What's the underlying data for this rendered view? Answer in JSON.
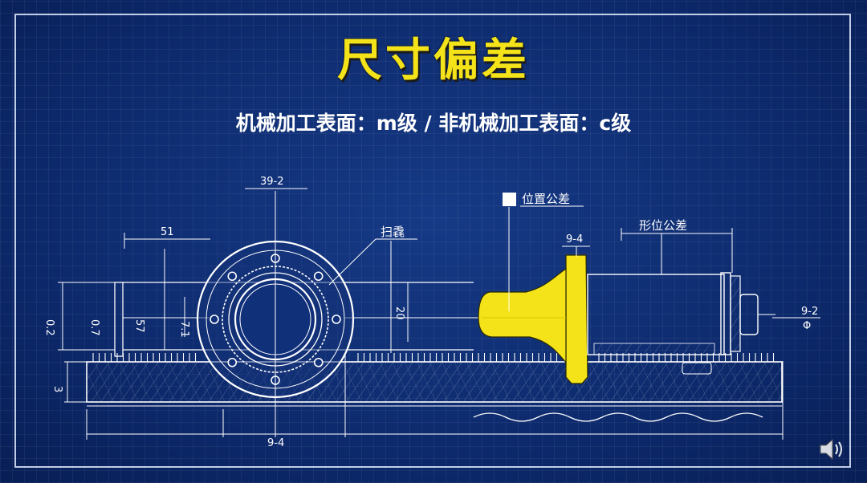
{
  "title": "尺寸偏差",
  "subtitle": "机械加工表面：m级 / 非机械加工表面：c级",
  "labels": {
    "dim_top": "39-2",
    "dim_left_top": "51",
    "dim_bottom": "9-4",
    "dim_left_a": "0.2",
    "dim_left_b": "0.7",
    "dim_left_c": "57",
    "dim_left_d": "7.1",
    "dim_base": "3",
    "dim_mid": "20",
    "callout_chamfer": "扫毳",
    "callout_position": "位置公差",
    "callout_yellow": "9-4",
    "callout_form": "形位公差",
    "dim_right": "9-2",
    "dim_right_sym": "Φ"
  },
  "icons": {
    "speaker": "speaker-icon"
  },
  "colors": {
    "background": "#0c2a6b",
    "line": "#ffffff",
    "highlight": "#f5e31a",
    "title": "#f5e31a"
  }
}
